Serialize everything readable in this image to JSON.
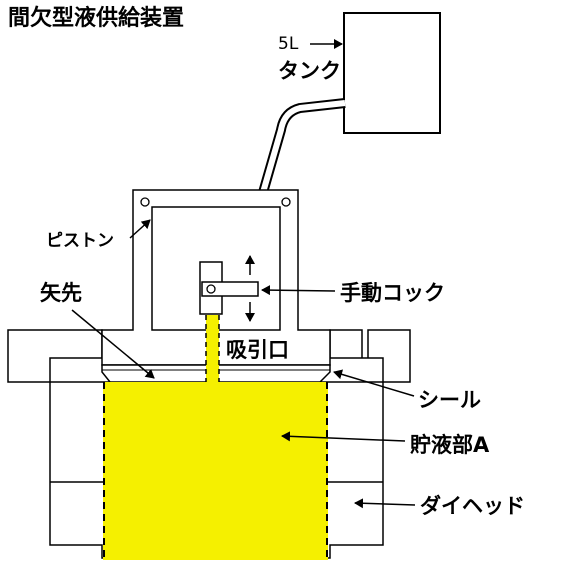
{
  "diagram": {
    "title": "間欠型液供給装置",
    "labels": {
      "tank_capacity": "5L",
      "tank": "タンク",
      "piston": "ピストン",
      "arrow_tip": "矢先",
      "manual_cock": "手動コック",
      "suction_port": "吸引口",
      "seal": "シール",
      "reservoir": "貯液部A",
      "die_head": "ダイヘッド"
    },
    "colors": {
      "liquid": "#f5f000",
      "line": "#000000",
      "background": "#ffffff"
    }
  }
}
